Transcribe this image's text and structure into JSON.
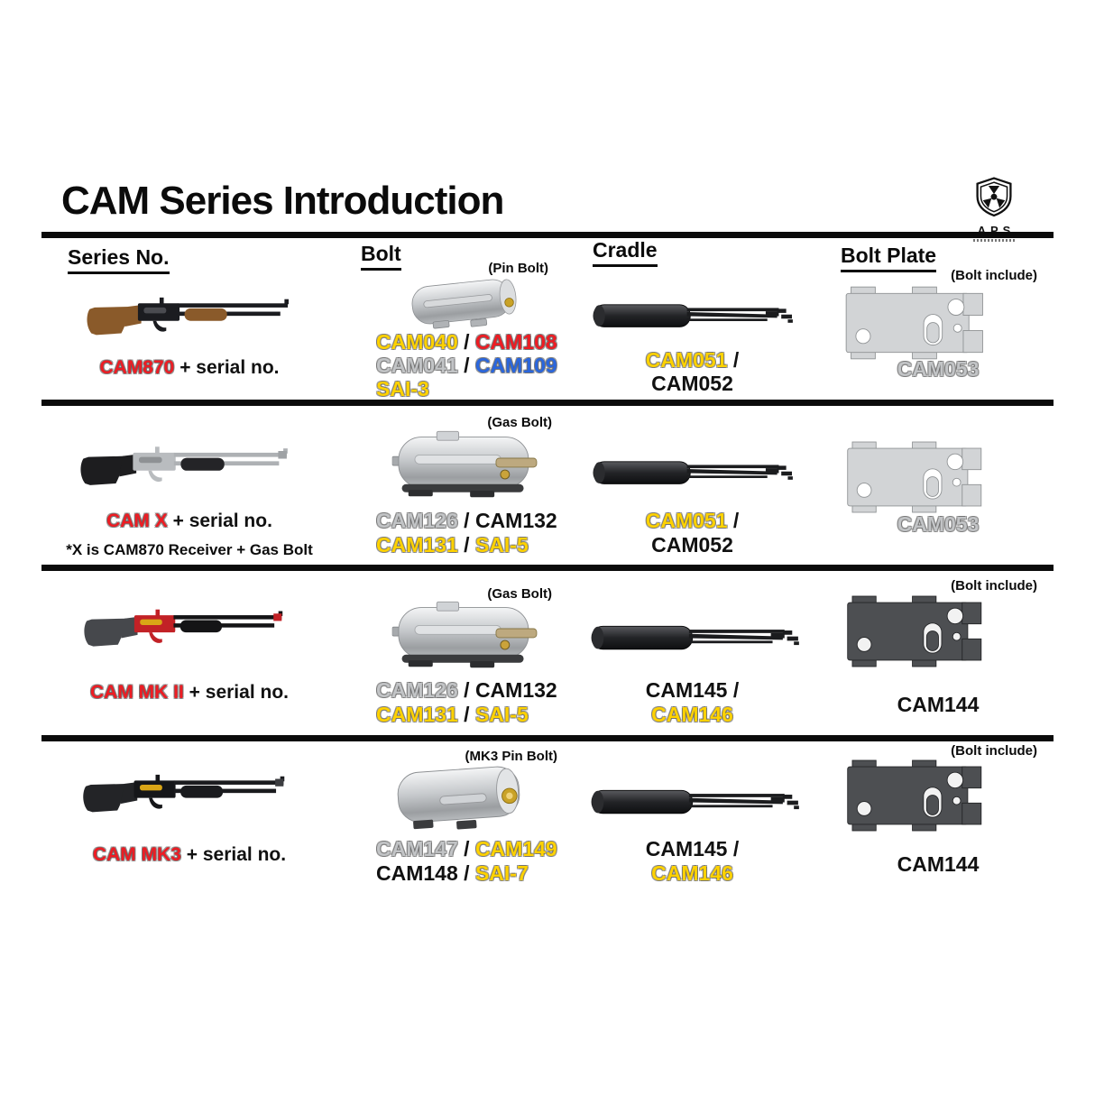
{
  "title": "CAM Series Introduction",
  "logo": {
    "brand": "APS"
  },
  "colors": {
    "yellow": "#FFD200",
    "red": "#EE1C23",
    "gray": "#C2C4C6",
    "blue": "#2A66DD",
    "black": "#111111"
  },
  "columns": [
    "Series No.",
    "Bolt",
    "Cradle",
    "Bolt Plate"
  ],
  "rows": [
    {
      "series": {
        "image": "shotgun-cam870",
        "caption": [
          {
            "t": "CAM870",
            "c": "#EE1C23"
          },
          {
            "t": " + serial no.",
            "c": "#111111"
          }
        ]
      },
      "bolt": {
        "tag": "(Pin Bolt)",
        "image": "pin-bolt",
        "lines": [
          [
            {
              "t": "CAM040",
              "c": "#FFD200"
            },
            {
              "t": " / ",
              "c": "#111111"
            },
            {
              "t": "CAM108",
              "c": "#EE1C23"
            }
          ],
          [
            {
              "t": "CAM041",
              "c": "#C2C4C6"
            },
            {
              "t": " / ",
              "c": "#111111"
            },
            {
              "t": "CAM109",
              "c": "#2A66DD"
            }
          ],
          [
            {
              "t": "SAI-3",
              "c": "#FFD200"
            }
          ]
        ]
      },
      "cradle": {
        "image": "cradle",
        "lines": [
          [
            {
              "t": "CAM051",
              "c": "#FFD200"
            },
            {
              "t": " /",
              "c": "#111111"
            }
          ],
          [
            {
              "t": "CAM052",
              "c": "#111111"
            }
          ]
        ]
      },
      "plate": {
        "tag": "(Bolt include)",
        "image": "bolt-plate-silver",
        "lines": [
          [
            {
              "t": "CAM053",
              "c": "#C2C4C6"
            }
          ]
        ]
      }
    },
    {
      "series": {
        "image": "shotgun-cam-x",
        "caption": [
          {
            "t": "CAM X",
            "c": "#EE1C23"
          },
          {
            "t": " + serial no.",
            "c": "#111111"
          }
        ],
        "note": "*X is CAM870 Receiver + Gas Bolt"
      },
      "bolt": {
        "tag": "(Gas Bolt)",
        "image": "gas-bolt",
        "lines": [
          [
            {
              "t": "CAM126",
              "c": "#C2C4C6"
            },
            {
              "t": " / ",
              "c": "#111111"
            },
            {
              "t": "CAM132",
              "c": "#111111"
            }
          ],
          [
            {
              "t": "CAM131",
              "c": "#FFD200"
            },
            {
              "t": " / ",
              "c": "#111111"
            },
            {
              "t": "SAI-5",
              "c": "#FFD200"
            }
          ]
        ]
      },
      "cradle": {
        "image": "cradle",
        "lines": [
          [
            {
              "t": "CAM051",
              "c": "#FFD200"
            },
            {
              "t": " /",
              "c": "#111111"
            }
          ],
          [
            {
              "t": "CAM052",
              "c": "#111111"
            }
          ]
        ]
      },
      "plate": {
        "tag": "",
        "image": "bolt-plate-silver",
        "lines": [
          [
            {
              "t": "CAM053",
              "c": "#C2C4C6"
            }
          ]
        ]
      }
    },
    {
      "series": {
        "image": "shotgun-cam-mk2",
        "caption": [
          {
            "t": "CAM MK II",
            "c": "#EE1C23"
          },
          {
            "t": " + serial no.",
            "c": "#111111"
          }
        ]
      },
      "bolt": {
        "tag": "(Gas Bolt)",
        "image": "gas-bolt",
        "lines": [
          [
            {
              "t": "CAM126",
              "c": "#C2C4C6"
            },
            {
              "t": " / ",
              "c": "#111111"
            },
            {
              "t": "CAM132",
              "c": "#111111"
            }
          ],
          [
            {
              "t": "CAM131",
              "c": "#FFD200"
            },
            {
              "t": " / ",
              "c": "#111111"
            },
            {
              "t": "SAI-5",
              "c": "#FFD200"
            }
          ]
        ]
      },
      "cradle": {
        "image": "cradle",
        "lines": [
          [
            {
              "t": "CAM145",
              "c": "#111111"
            },
            {
              "t": " /",
              "c": "#111111"
            }
          ],
          [
            {
              "t": "CAM146",
              "c": "#FFD200"
            }
          ]
        ]
      },
      "plate": {
        "tag": "(Bolt include)",
        "image": "bolt-plate-dark",
        "lines": [
          [
            {
              "t": "CAM144",
              "c": "#111111"
            }
          ]
        ]
      }
    },
    {
      "series": {
        "image": "shotgun-cam-mk3",
        "caption": [
          {
            "t": "CAM MK3",
            "c": "#EE1C23"
          },
          {
            "t": " + serial no.",
            "c": "#111111"
          }
        ]
      },
      "bolt": {
        "tag": "(MK3 Pin Bolt)",
        "image": "mk3-pin-bolt",
        "lines": [
          [
            {
              "t": "CAM147",
              "c": "#C2C4C6"
            },
            {
              "t": " / ",
              "c": "#111111"
            },
            {
              "t": "CAM149",
              "c": "#FFD200"
            }
          ],
          [
            {
              "t": "CAM148",
              "c": "#111111"
            },
            {
              "t": " / ",
              "c": "#111111"
            },
            {
              "t": "SAI-7",
              "c": "#FFD200"
            }
          ]
        ]
      },
      "cradle": {
        "image": "cradle",
        "lines": [
          [
            {
              "t": "CAM145",
              "c": "#111111"
            },
            {
              "t": " /",
              "c": "#111111"
            }
          ],
          [
            {
              "t": "CAM146",
              "c": "#FFD200"
            }
          ]
        ]
      },
      "plate": {
        "tag": "(Bolt include)",
        "image": "bolt-plate-dark",
        "lines": [
          [
            {
              "t": "CAM144",
              "c": "#111111"
            }
          ]
        ]
      }
    }
  ]
}
